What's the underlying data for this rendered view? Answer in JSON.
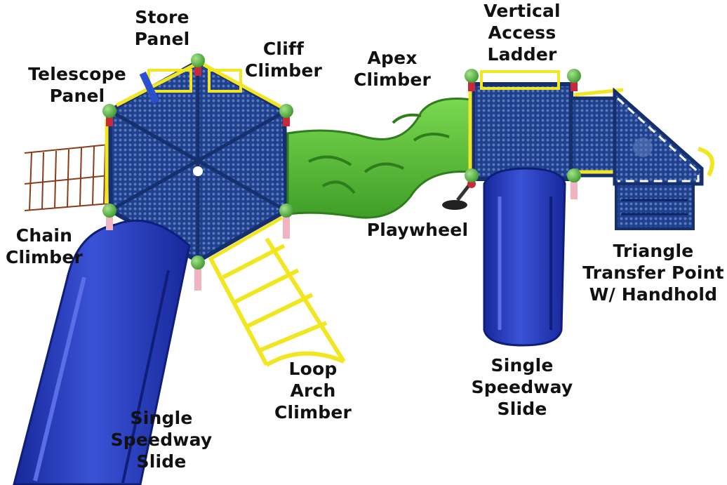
{
  "colors": {
    "deck_blue": "#1f3f8f",
    "deck_mesh": "#5a79b8",
    "slide_blue": "#2236b8",
    "slide_highlight": "#4c63e0",
    "rail_yellow": "#f2e620",
    "tunnel_green": "#5fc63a",
    "post_cap_green": "#59b84a",
    "post_red": "#c8283a",
    "post_pink": "#f2b3c1",
    "chain_brown": "#8a3b1a",
    "label_text": "#111111"
  },
  "labels": {
    "store_panel": [
      "Store",
      "Panel"
    ],
    "cliff_climber": [
      "Cliff",
      "Climber"
    ],
    "telescope_panel": [
      "Telescope",
      "Panel"
    ],
    "apex_climber": [
      "Apex",
      "Climber"
    ],
    "vertical_access_ladder": [
      "Vertical",
      "Access",
      "Ladder"
    ],
    "chain_climber": [
      "Chain",
      "Climber"
    ],
    "playwheel": [
      "Playwheel"
    ],
    "triangle_transfer_point": [
      "Triangle",
      "Transfer Point",
      "W/ Handhold"
    ],
    "loop_arch_climber": [
      "Loop",
      "Arch",
      "Climber"
    ],
    "single_speedway_slide_left": [
      "Single",
      "Speedway",
      "Slide"
    ],
    "single_speedway_slide_right": [
      "Single",
      "Speedway",
      "Slide"
    ]
  }
}
